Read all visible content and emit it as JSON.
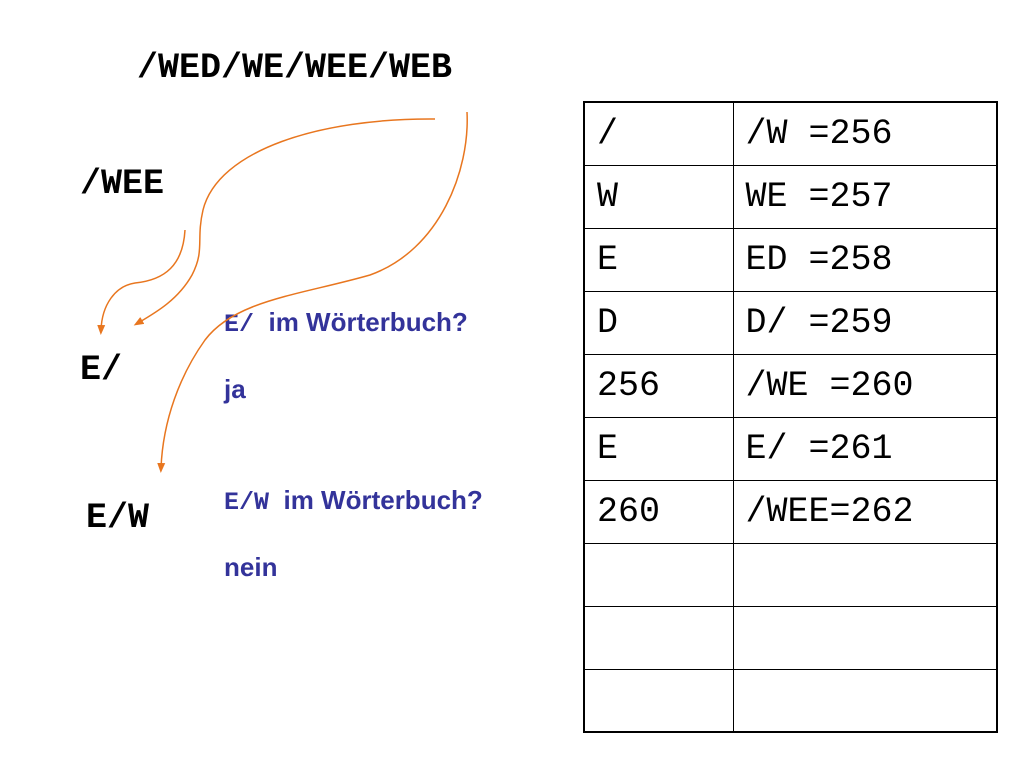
{
  "input_string": "/WED/WE/WEE/WEB",
  "current_strings": [
    "/WEE",
    "E/",
    "E/W"
  ],
  "question1": {
    "code": "E/",
    "text": "im Wörterbuch?",
    "answer": "ja"
  },
  "question2": {
    "code": "E/W",
    "text": "im Wörterbuch?",
    "answer": "nein"
  },
  "colors": {
    "arrow": "#e8761f",
    "question_text": "#33339a",
    "text": "#000000"
  },
  "dictionary": {
    "rows": [
      [
        "/",
        "/W =256"
      ],
      [
        "W",
        "WE =257"
      ],
      [
        "E",
        "ED =258"
      ],
      [
        "D",
        "D/ =259"
      ],
      [
        "256",
        "/WE =260"
      ],
      [
        "E",
        "E/ =261"
      ],
      [
        "260",
        "/WEE=262"
      ],
      [
        "",
        ""
      ],
      [
        "",
        ""
      ],
      [
        "",
        ""
      ]
    ]
  }
}
